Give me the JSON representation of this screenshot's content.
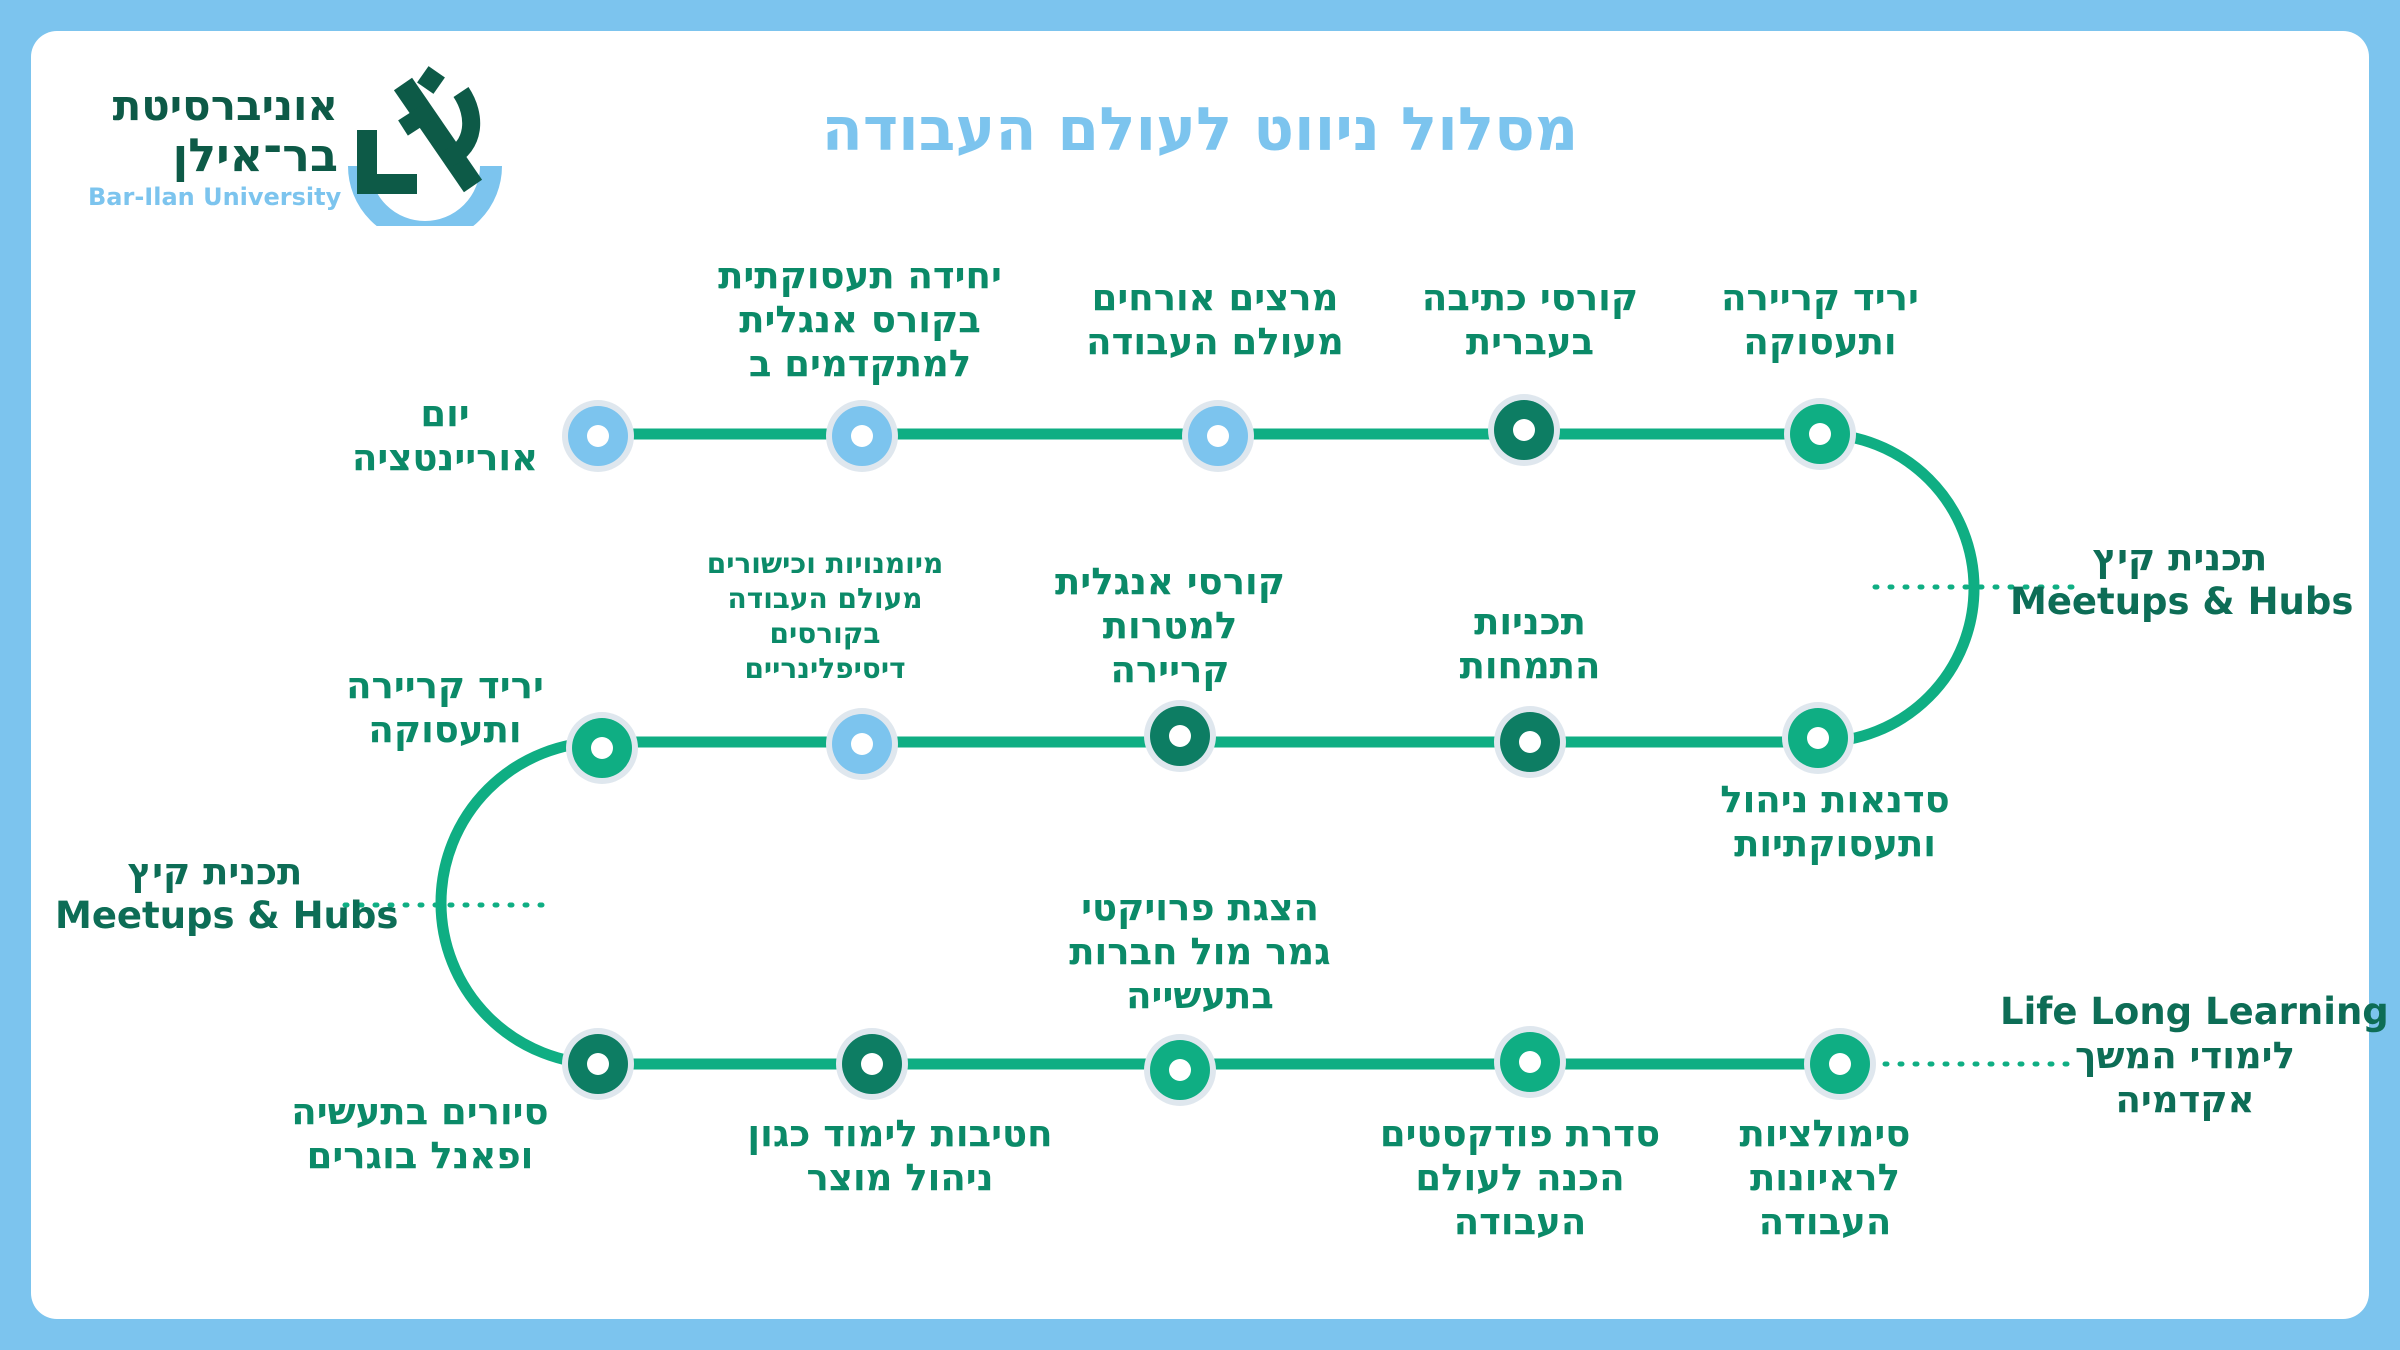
{
  "title": "מסלול ניווט לעולם העבודה",
  "logo": {
    "hebrew_line1": "אוניברסיטת",
    "hebrew_line2": "בר־אילן",
    "english": "Bar-Ilan University"
  },
  "colors": {
    "background": "#7cc4ee",
    "path": "#0fae83",
    "node_dark": "#0d7d63",
    "node_green": "#0fae83",
    "node_blue": "#7cc4ee",
    "title": "#7cc4ee",
    "text": "#0b8a68"
  },
  "stations": {
    "row1": [
      {
        "id": "r1a",
        "lines": [
          "יריד קריירה",
          "ותעסוקה"
        ],
        "type": "green"
      },
      {
        "id": "r1b",
        "lines": [
          "קורסי כתיבה",
          "בעברית"
        ],
        "type": "dark"
      },
      {
        "id": "r1c",
        "lines": [
          "מרצים אורחים",
          "מעולם העבודה"
        ],
        "type": "blue"
      },
      {
        "id": "r1d",
        "lines": [
          "יחידה תעסוקתית",
          "בקורס אנגלית",
          "למתקדמים ב"
        ],
        "type": "blue"
      },
      {
        "id": "r1e",
        "lines": [
          "יום",
          "אוריינטציה"
        ],
        "type": "blue"
      }
    ],
    "row2": [
      {
        "id": "r2a",
        "lines": [
          "סדנאות ניהול",
          "ותעסוקתיות"
        ],
        "type": "green"
      },
      {
        "id": "r2b",
        "lines": [
          "תכניות",
          "התמחות"
        ],
        "type": "dark"
      },
      {
        "id": "r2c",
        "lines": [
          "קורסי אנגלית",
          "למטרות",
          "קריירה"
        ],
        "type": "dark"
      },
      {
        "id": "r2d",
        "lines": [
          "מיומנויות וכישורים",
          "מעולם העבודה",
          "בקורסים",
          "דיסיפלינריים"
        ],
        "type": "blue"
      },
      {
        "id": "r2e",
        "lines": [
          "יריד קריירה",
          "ותעסוקה"
        ],
        "type": "green"
      }
    ],
    "row3": [
      {
        "id": "r3a",
        "lines": [
          "סיורים בתעשיה",
          "ופאנל בוגרים"
        ],
        "type": "dark"
      },
      {
        "id": "r3b",
        "lines": [
          "חטיבות לימוד כגון",
          "ניהול מוצר"
        ],
        "type": "dark"
      },
      {
        "id": "r3c",
        "lines": [
          "הצגת פרויקטי",
          "גמר מול חברות",
          "בתעשייה"
        ],
        "type": "green"
      },
      {
        "id": "r3d",
        "lines": [
          "סדרת פודקסטים",
          "הכנה לעולם",
          "העבודה"
        ],
        "type": "green"
      },
      {
        "id": "r3e",
        "lines": [
          "סימולציות",
          "לראיונות",
          "העבודה"
        ],
        "type": "green"
      }
    ]
  },
  "side_labels": {
    "summer_right": {
      "hebrew": "תכנית קיץ",
      "english": "Meetups & Hubs"
    },
    "summer_left": {
      "hebrew": "תכנית קיץ",
      "english": "Meetups & Hubs"
    },
    "lifelong": {
      "english": "Life Long Learning",
      "hebrew_line1": "לימודי המשך",
      "hebrew_line2": "אקדמיה"
    }
  }
}
